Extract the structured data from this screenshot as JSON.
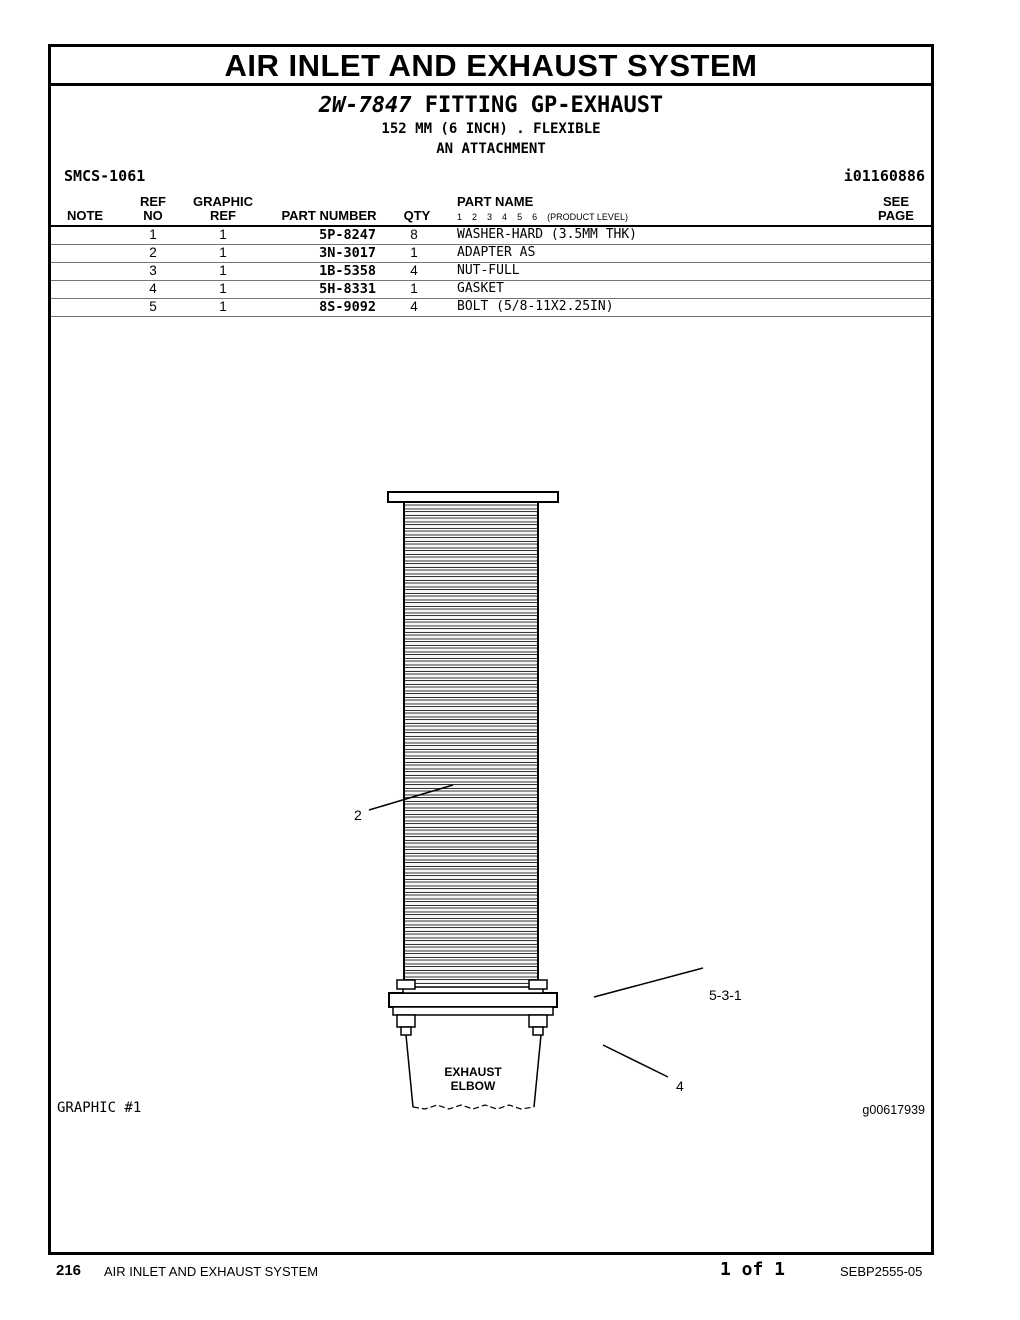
{
  "section_title": "AIR INLET AND EXHAUST SYSTEM",
  "group": {
    "part_number": "2W-7847",
    "name": "FITTING GP-EXHAUST",
    "line1": "152 MM (6 INCH) . FLEXIBLE",
    "line2": "AN ATTACHMENT"
  },
  "smcs": "SMCS-1061",
  "illustration_id": "i01160886",
  "table_headers": {
    "note": "NOTE",
    "ref_no_1": "REF",
    "ref_no_2": "NO",
    "graphic_ref_1": "GRAPHIC",
    "graphic_ref_2": "REF",
    "part_number": "PART NUMBER",
    "qty": "QTY",
    "part_name": "PART NAME",
    "product_levels": [
      "1",
      "2",
      "3",
      "4",
      "5",
      "6"
    ],
    "product_level_label": "(PRODUCT LEVEL)",
    "see_page_1": "SEE",
    "see_page_2": "PAGE"
  },
  "parts": [
    {
      "ref": "1",
      "graphic_ref": "1",
      "part_number": "5P-8247",
      "qty": "8",
      "name": "WASHER-HARD (3.5MM THK)"
    },
    {
      "ref": "2",
      "graphic_ref": "1",
      "part_number": "3N-3017",
      "qty": "1",
      "name": "ADAPTER AS"
    },
    {
      "ref": "3",
      "graphic_ref": "1",
      "part_number": "1B-5358",
      "qty": "4",
      "name": "NUT-FULL"
    },
    {
      "ref": "4",
      "graphic_ref": "1",
      "part_number": "5H-8331",
      "qty": "1",
      "name": "GASKET"
    },
    {
      "ref": "5",
      "graphic_ref": "1",
      "part_number": "8S-9092",
      "qty": "4",
      "name": "BOLT (5/8-11X2.25IN)"
    }
  ],
  "callouts": {
    "adapter": "2",
    "stack": "5-3-1",
    "gasket": "4",
    "elbow_line1": "EXHAUST",
    "elbow_line2": "ELBOW"
  },
  "graphic_label": "GRAPHIC #1",
  "graphic_id": "g00617939",
  "footer": {
    "page": "216",
    "section": "AIR INLET AND EXHAUST SYSTEM",
    "page_of": "1 of 1",
    "doc_number": "SEBP2555-05"
  }
}
